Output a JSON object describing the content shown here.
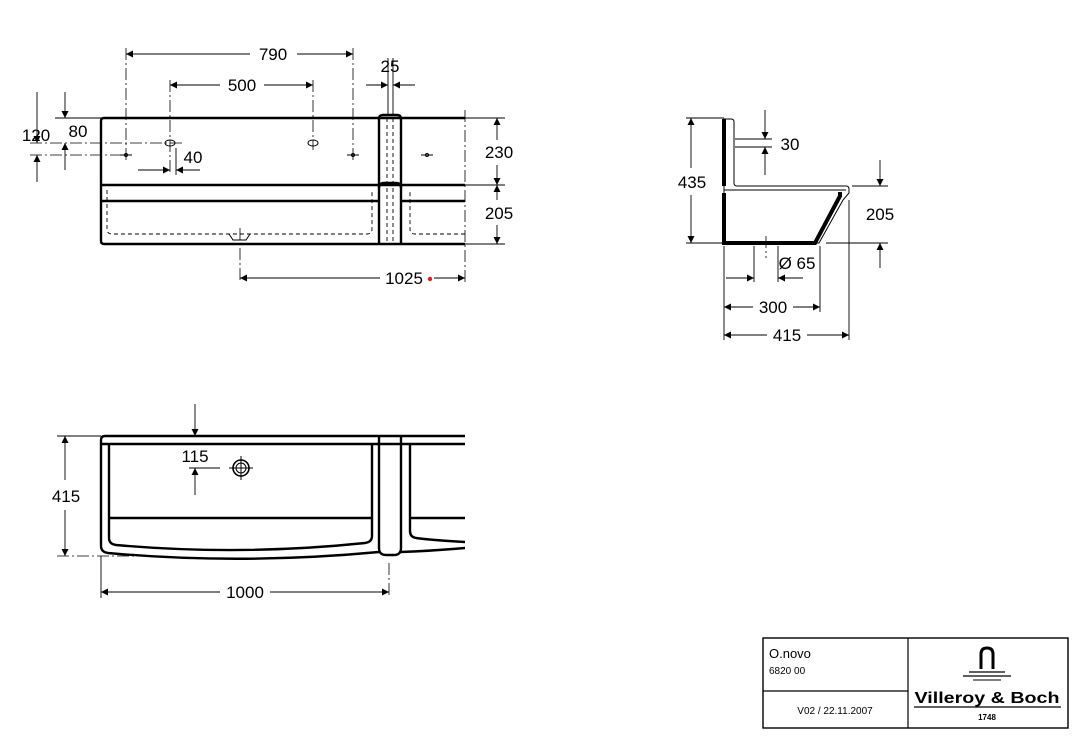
{
  "front_view": {
    "dims": {
      "width_790": "790",
      "spacing_500": "500",
      "pillar_25": "25",
      "height_120": "120",
      "height_80": "80",
      "hole_40": "40",
      "height_230": "230",
      "height_205": "205",
      "length_1025": "1025"
    },
    "marker_color": "#e0201c"
  },
  "side_view": {
    "dims": {
      "height_435": "435",
      "wall_30": "30",
      "height_205": "205",
      "drain_65": "Ø 65",
      "depth_300": "300",
      "depth_415": "415"
    }
  },
  "top_view": {
    "dims": {
      "drain_115": "115",
      "depth_415": "415",
      "width_1000": "1000"
    }
  },
  "title_block": {
    "product_name": "O.novo",
    "article_number": "6820 00",
    "version_date": "V02 / 22.11.2007",
    "brand": "Villeroy & Boch",
    "brand_year": "1748"
  }
}
